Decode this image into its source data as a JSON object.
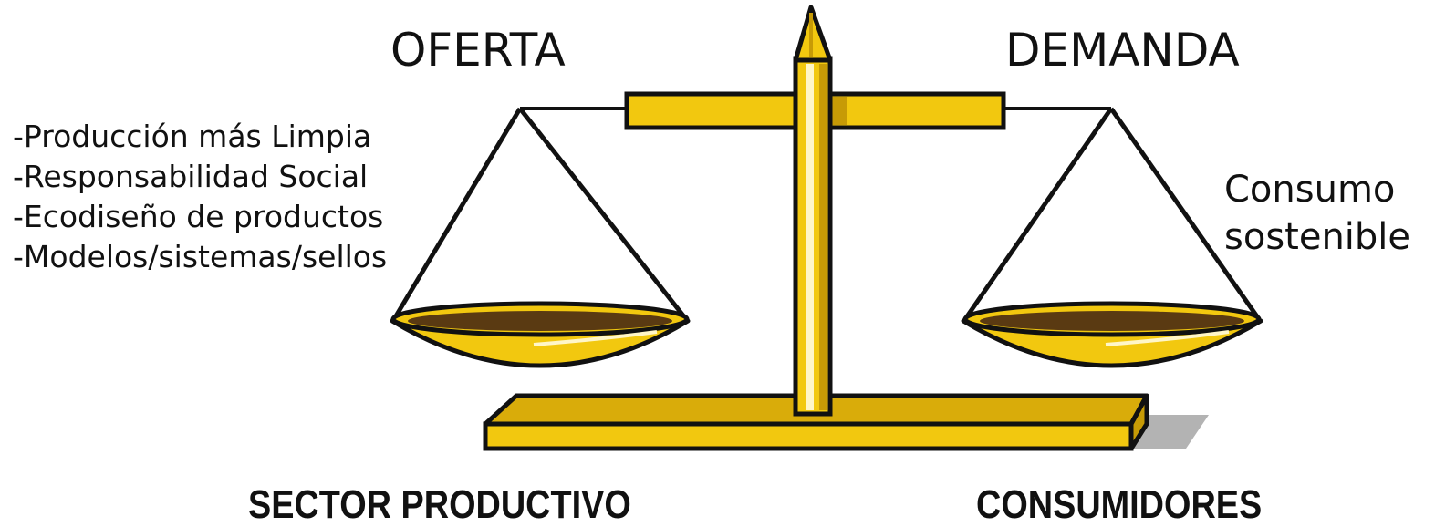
{
  "left_heading": "OFERTA",
  "right_heading": "DEMANDA",
  "left_items": [
    "-Producción más Limpia",
    "-Responsabilidad Social",
    "-Ecodiseño de productos",
    "-Modelos/sistemas/sellos"
  ],
  "right_note": {
    "line1": "Consumo",
    "line2": "sostenible"
  },
  "bottom_left": "SECTOR PRODUCTIVO",
  "bottom_right": "CONSUMIDORES",
  "colors": {
    "gold": "#f2c80f",
    "gold_dark": "#c79b06",
    "bowl_inner": "#5a3a12",
    "outline": "#111111",
    "shadow": "#b3b3b3"
  },
  "icons": [
    "balance-scale-icon"
  ]
}
